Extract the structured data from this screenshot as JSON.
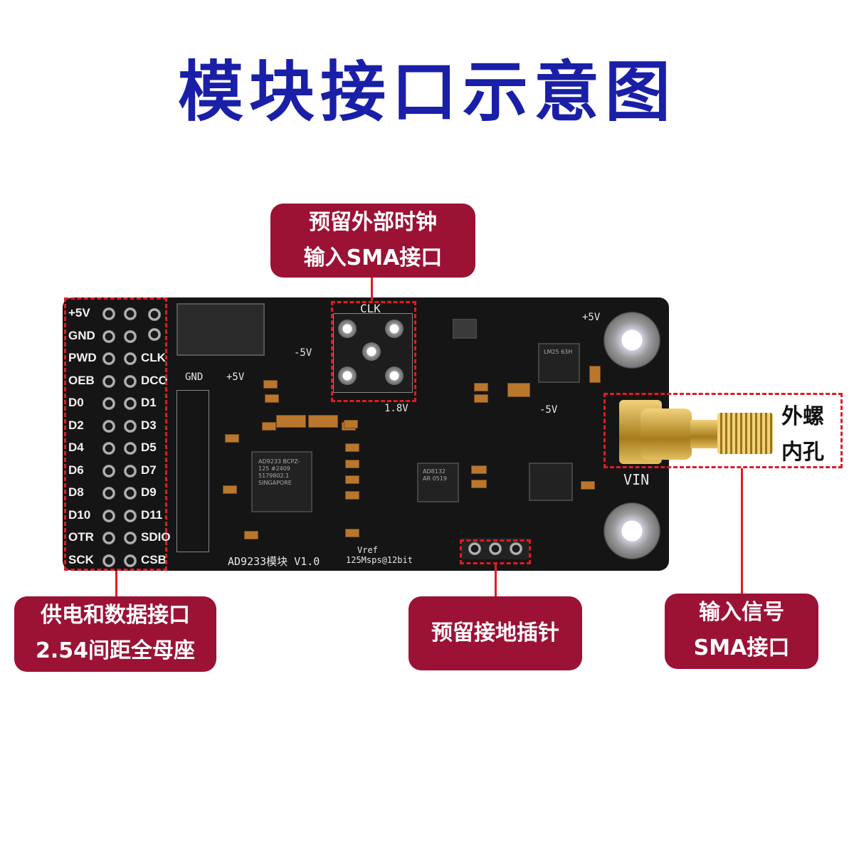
{
  "title": "模块接口示意图",
  "callouts": {
    "clock": [
      "预留外部时钟",
      "输入SMA接口"
    ],
    "power": [
      "供电和数据接口",
      "2.54间距全母座"
    ],
    "ground": [
      "预留接地插针"
    ],
    "signal": [
      "输入信号",
      "SMA接口"
    ]
  },
  "side_label": [
    "外螺",
    "内孔"
  ],
  "board": {
    "name": "AD9233模块 V1.0",
    "spec": "125Msps@12bit",
    "clk": "CLK",
    "vin": "VIN",
    "gnd": "GND",
    "plus5v": "+5V",
    "minus5v": "-5V",
    "v18": "1.8V",
    "vref": "Vref",
    "chip_main": "AD9233 BCPZ-125 #2409 5179802.1 SINGAPORE",
    "chip_amp": "AD8132 AR 0519",
    "chip_ref": "LM25 63H",
    "pins_left": [
      "+5V",
      "GND",
      "PWD",
      "OEB",
      "D0",
      "D2",
      "D4",
      "D6",
      "D8",
      "D10",
      "OTR",
      "SCK"
    ],
    "pins_right": [
      "",
      "",
      "CLK",
      "DCO",
      "D1",
      "D3",
      "D5",
      "D7",
      "D9",
      "D11",
      "SDIO",
      "CSB"
    ]
  },
  "colors": {
    "title": "#1a1fa8",
    "callout_bg": "#9b1235",
    "dash": "#e01b24",
    "pcb": "#151515"
  }
}
